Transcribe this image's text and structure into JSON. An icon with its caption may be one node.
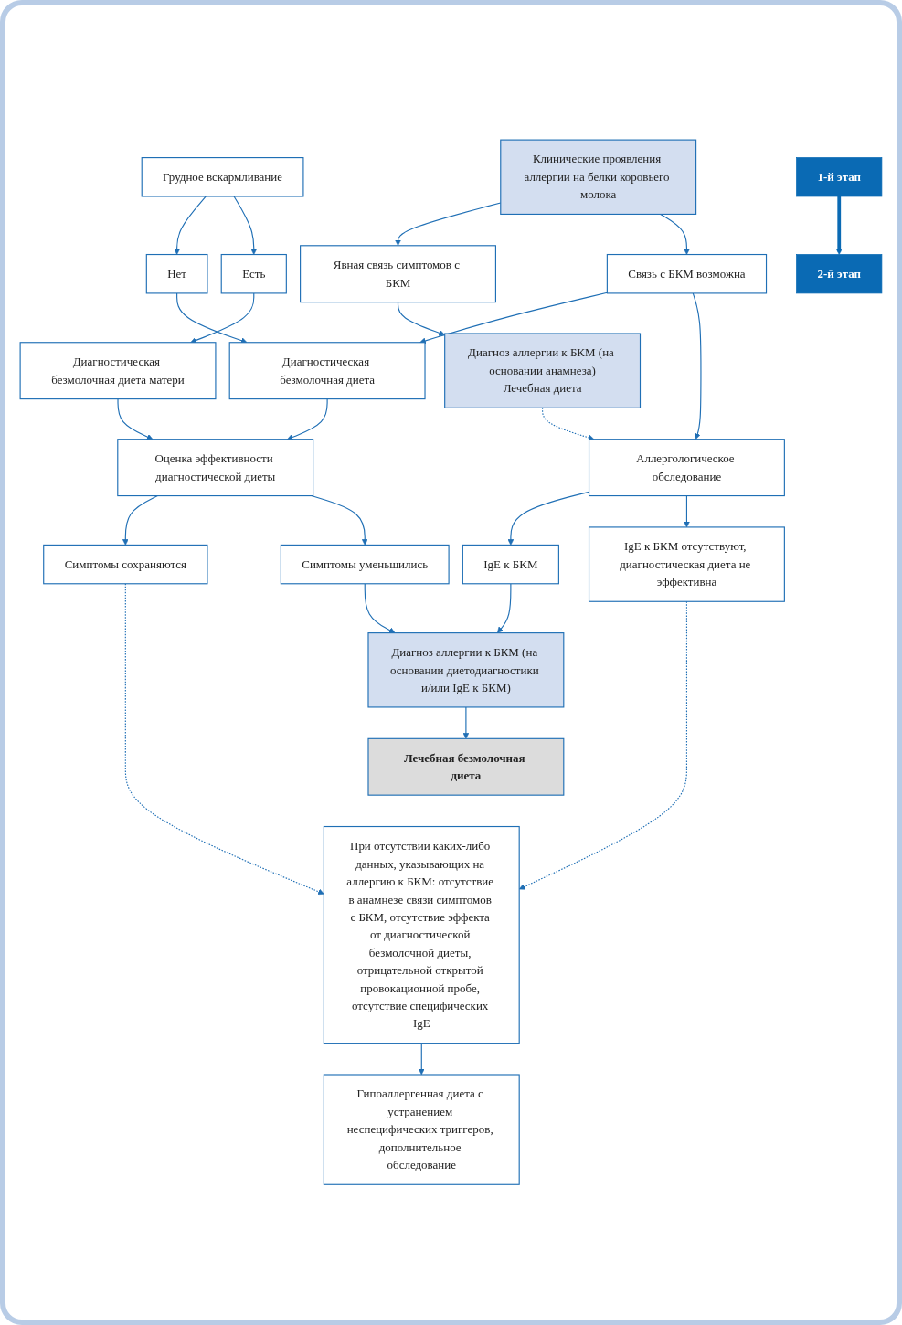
{
  "diagram": {
    "nodes": [
      {
        "text": [
          "Клинические проявления аллергии на белки коровьего молока"
        ]
      },
      {
        "text": [
          "Явная связь симптомов с БКМ"
        ]
      },
      {
        "text": [
          "Связь с БКМ возможна"
        ]
      },
      {
        "text": [
          "Диагноз аллергии к БКМ (на основании анамнеза)",
          "Лечебная диета"
        ]
      },
      {
        "text": [
          "Диагностическая безмолочная диета"
        ]
      },
      {
        "text": [
          "Нет"
        ]
      },
      {
        "text": [
          "Грудное вскармливание"
        ]
      },
      {
        "text": [
          "Диагностическая безмолочная диета матери"
        ]
      },
      {
        "text": [
          "Есть"
        ]
      },
      {
        "text": [
          "Оценка эффективности диагностической диеты"
        ]
      },
      {
        "text": [
          "Аллергологическое обследование"
        ]
      },
      {
        "text": [
          "Симптомы сохраняются"
        ]
      },
      {
        "text": [
          "Симптомы уменьшились"
        ]
      },
      {
        "text": [
          "IgE к БКМ"
        ]
      },
      {
        "text": [
          "IgE к БКМ отсутствуют, диагностическая диета не эффективна"
        ]
      },
      {
        "text": [
          "Диагноз аллергии к БКМ (на основании диетодиагностики и/или IgE к БКМ)"
        ]
      },
      {
        "text": [
          "Лечебная безмолочная диета"
        ]
      },
      {
        "text": [
          "При отсутствии каких-либо данных, указывающих на аллергию к БКМ: отсутствие в анамнезе связи симптомов с БКМ, отсутствие эффекта от диагностической безмолочной диеты, отрицательной открытой провокационной пробе, отсутствие специфических IgE"
        ]
      },
      {
        "text": [
          "Гипоаллергенная диета с устранением неспецифических триггеров, дополнительное обследование"
        ]
      },
      {
        "text": [
          "1-й этап"
        ]
      },
      {
        "text": [
          "2-й этап"
        ]
      }
    ],
    "edges": [
      {
        "from": 0,
        "to": 1,
        "arrow": "to"
      },
      {
        "from": 0,
        "to": 2,
        "arrow": "to"
      },
      {
        "from": 1,
        "to": 3,
        "arrow": "to"
      },
      {
        "from": 2,
        "to": 4,
        "arrow": "to"
      },
      {
        "from": 6,
        "to": 5,
        "arrow": "to"
      },
      {
        "from": 5,
        "to": 4,
        "arrow": "to"
      },
      {
        "from": 6,
        "to": 8,
        "arrow": "to"
      },
      {
        "from": 8,
        "to": 7,
        "arrow": "to"
      },
      {
        "from": 4,
        "to": 9,
        "arrow": "to"
      },
      {
        "from": 7,
        "to": 9,
        "arrow": "to"
      },
      {
        "from": 3,
        "to": 10,
        "arrow": "to",
        "style": "dashed"
      },
      {
        "from": 2,
        "to": 10,
        "arrow": "to"
      },
      {
        "from": 9,
        "to": 11,
        "arrow": "to"
      },
      {
        "from": 9,
        "to": 12,
        "arrow": "to"
      },
      {
        "from": 10,
        "to": 13,
        "arrow": "to"
      },
      {
        "from": 10,
        "to": 14,
        "arrow": "to"
      },
      {
        "from": 12,
        "to": 15,
        "arrow": "to"
      },
      {
        "from": 13,
        "to": 15,
        "arrow": "to"
      },
      {
        "from": 15,
        "to": 16,
        "arrow": "to"
      },
      {
        "from": 11,
        "to": 17,
        "arrow": "to",
        "style": "dashed"
      },
      {
        "from": 14,
        "to": 17,
        "arrow": "to",
        "style": "dashed"
      },
      {
        "from": 17,
        "to": 18,
        "arrow": "to"
      },
      {
        "from": 19,
        "to": 20,
        "arrow": "to",
        "style": "thick",
        "color": "#0a6ab4"
      }
    ]
  }
}
